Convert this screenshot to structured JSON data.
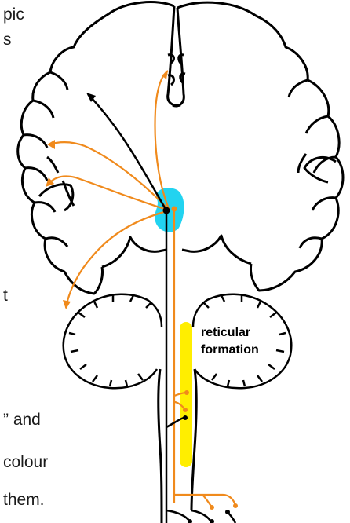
{
  "left_text_fragments": [
    "pic",
    "s",
    "t",
    "” and",
    "colour",
    "them."
  ],
  "region_label": {
    "line1": "reticular",
    "line2": "formation"
  },
  "colors": {
    "outline": "#000000",
    "orange_pathway": "#f08a1c",
    "nucleus_highlight": "#22d3f0",
    "reticular_highlight": "#ffee00"
  }
}
